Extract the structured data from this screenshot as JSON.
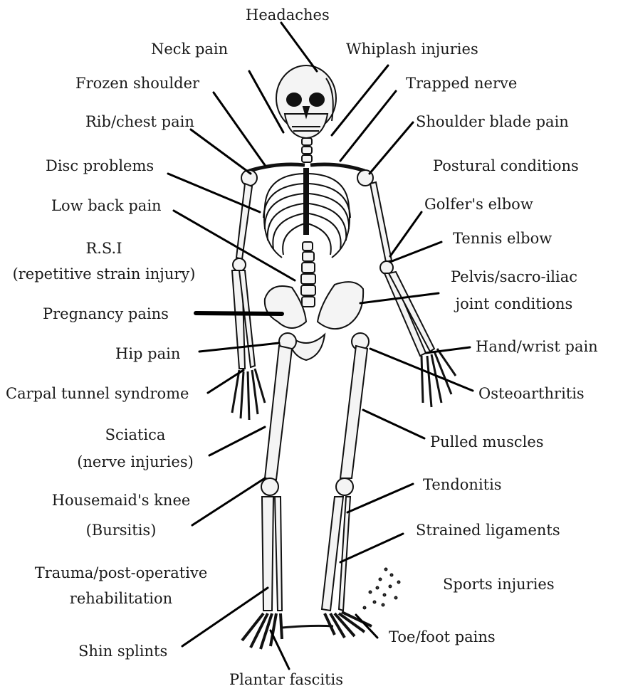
{
  "labels": {
    "headaches": "Headaches",
    "neck_pain": "Neck pain",
    "whiplash": "Whiplash injuries",
    "frozen_shoulder": "Frozen shoulder",
    "trapped_nerve": "Trapped nerve",
    "rib_chest": "Rib/chest pain",
    "shoulder_blade": "Shoulder blade pain",
    "disc_problems": "Disc problems",
    "postural": "Postural conditions",
    "low_back": "Low back pain",
    "golfers_elbow": "Golfer's elbow",
    "rsi_1": "R.S.I",
    "rsi_2": "(repetitive strain injury)",
    "tennis_elbow": "Tennis elbow",
    "pelvis_1": "Pelvis/sacro-iliac",
    "pelvis_2": "joint conditions",
    "pregnancy": "Pregnancy pains",
    "hip_pain": "Hip pain",
    "hand_wrist": "Hand/wrist pain",
    "carpal_tunnel": "Carpal tunnel syndrome",
    "osteoarthritis": "Osteoarthritis",
    "sciatica_1": "Sciatica",
    "sciatica_2": "(nerve injuries)",
    "pulled_muscles": "Pulled muscles",
    "tendonitis": "Tendonitis",
    "housemaid_1": "Housemaid's knee",
    "housemaid_2": "(Bursitis)",
    "strained_ligaments": "Strained ligaments",
    "trauma_1": "Trauma/post-operative",
    "trauma_2": "rehabilitation",
    "sports_injuries": "Sports injuries",
    "toe_foot": "Toe/foot pains",
    "shin_splints": "Shin splints",
    "plantar_fasciitis": "Plantar fascitis"
  },
  "colors": {
    "text": "#1a1a1a",
    "line": "#000000"
  }
}
